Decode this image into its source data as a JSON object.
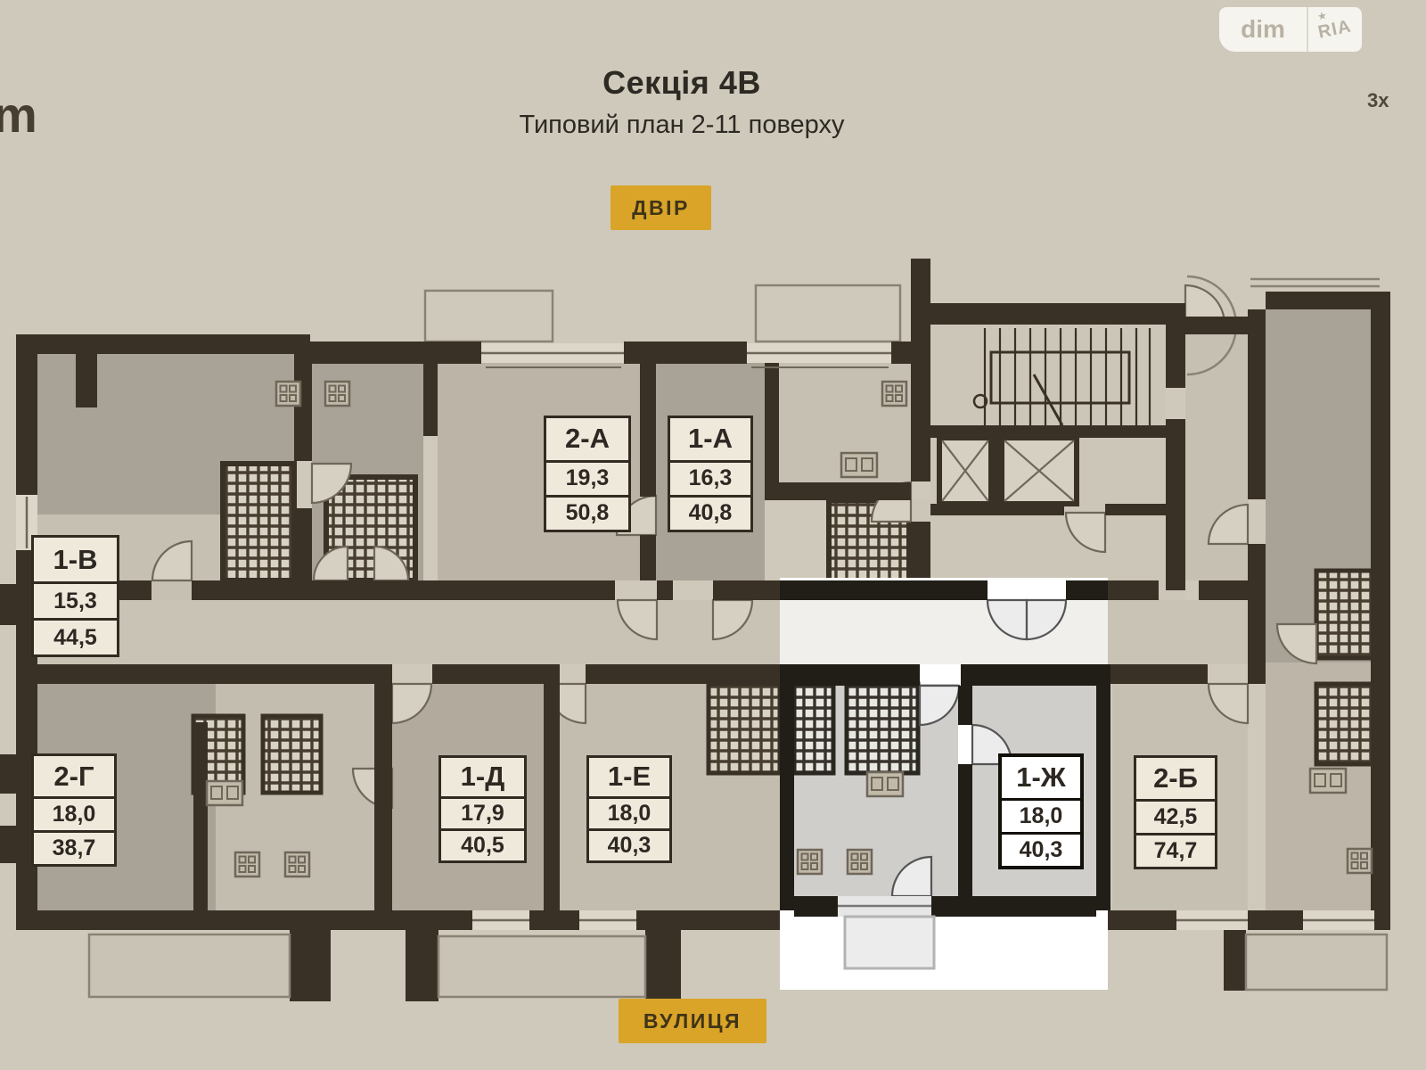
{
  "header": {
    "title": "Секція 4В",
    "subtitle": "Типовий план  2-11 поверху"
  },
  "badges": {
    "top": "ДВІР",
    "bottom": "ВУЛИЦЯ",
    "bg_color": "#d9a428",
    "text_color": "#3f3418"
  },
  "logo": {
    "left": "dim",
    "right": "RIA",
    "star": "★"
  },
  "watermarks": {
    "left_partial": "m",
    "top_right": "3x"
  },
  "plan": {
    "selected_code": "1-Ж",
    "apartments": [
      {
        "code": "2-А",
        "area_living": "19,3",
        "area_total": "50,8"
      },
      {
        "code": "1-А",
        "area_living": "16,3",
        "area_total": "40,8"
      },
      {
        "code": "1-В",
        "area_living": "15,3",
        "area_total": "44,5"
      },
      {
        "code": "2-Г",
        "area_living": "18,0",
        "area_total": "38,7"
      },
      {
        "code": "1-Д",
        "area_living": "17,9",
        "area_total": "40,5"
      },
      {
        "code": "1-Е",
        "area_living": "18,0",
        "area_total": "40,3"
      },
      {
        "code": "1-Ж",
        "area_living": "18,0",
        "area_total": "40,3",
        "selected": true
      },
      {
        "code": "2-Б",
        "area_living": "42,5",
        "area_total": "74,7"
      }
    ],
    "colors": {
      "wall": "#3a3126",
      "wall_selected": "#211d17",
      "background": "#cfc9bb",
      "room_grey": "#a9a296",
      "room_light": "#c6c0b2",
      "highlight": "#ffffff"
    }
  }
}
